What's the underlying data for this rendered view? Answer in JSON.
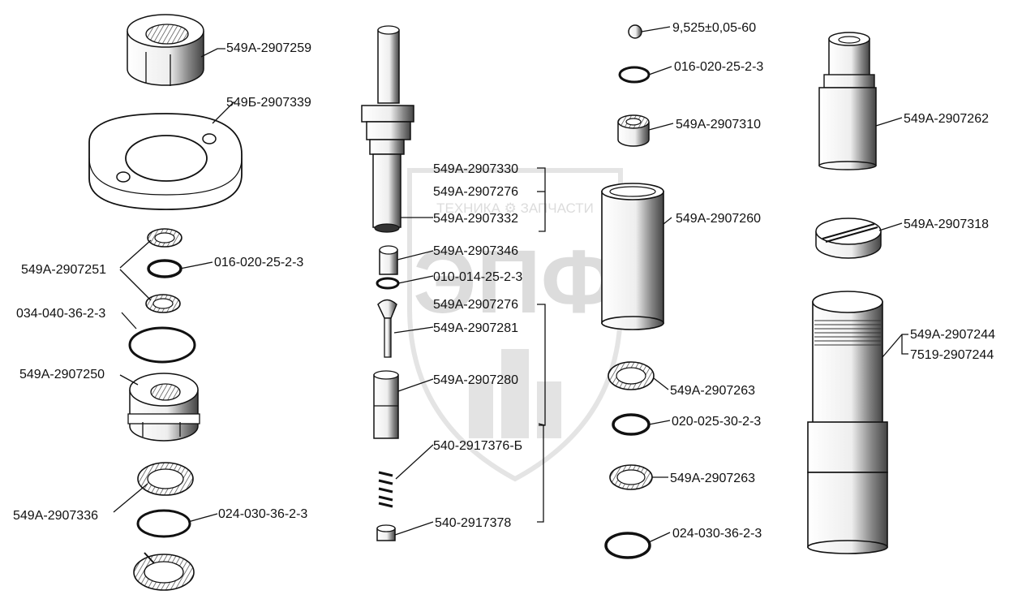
{
  "watermark": {
    "line": "ТЕХНИКА  ⚙  ЗАПЧАСТИ",
    "logo": "ЭПФ"
  },
  "labels": {
    "col1": {
      "p259": "549А-2907259",
      "p339": "549Б-2907339",
      "p251": "549А-2907251",
      "p016": "016-020-25-2-3",
      "p034": "034-040-36-2-3",
      "p250": "549А-2907250",
      "p336": "549А-2907336",
      "p024": "024-030-36-2-3"
    },
    "col2": {
      "p330": "549А-2907330",
      "p276a": "549А-2907276",
      "p332": "549А-2907332",
      "p346": "549А-2907346",
      "p010": "010-014-25-2-3",
      "p276b": "549А-2907276",
      "p281": "549А-2907281",
      "p280": "549А-2907280",
      "p376": "540-2917376-Б",
      "p378": "540-2917378"
    },
    "col3": {
      "ball": "9,525±0,05-60",
      "p016": "016-020-25-2-3",
      "p310": "549А-2907310",
      "p260": "549А-2907260",
      "p263a": "549А-2907263",
      "p020": "020-025-30-2-3",
      "p263b": "549А-2907263",
      "p024": "024-030-36-2-3"
    },
    "col4": {
      "p262": "549А-2907262",
      "p318": "549А-2907318",
      "p244a": "549А-2907244",
      "p244b": "7519-2907244"
    }
  }
}
